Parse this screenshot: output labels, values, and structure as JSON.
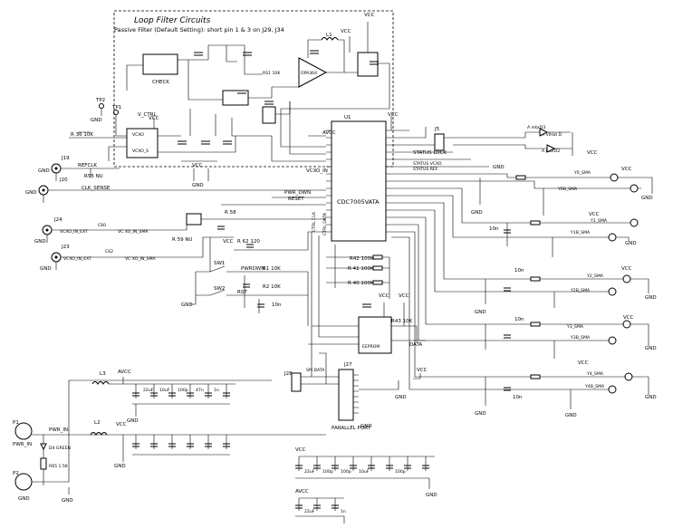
{
  "loop_filter": {
    "title": "Loop Filter   Circuits",
    "subtitle": "Passive Filter (Default Setting): short pin 1 & 3 on  J29, J34"
  },
  "nets": {
    "vcc": "VCC",
    "avcc": "AVCC",
    "gnd": "GND",
    "vcxo_in": "VCXO_IN",
    "vctrl": "V_CTRL",
    "vcxo_s": "VCXO_S",
    "refclk": "REFCLK",
    "clk_sense": "CLK_SENSE",
    "vcxo_in_ext": "VCXO_IN_EXT",
    "vc_xo_in_sma": "VC XO_IN_SMA",
    "vcxo_in_ext2": "VCXO_IN_EXT",
    "vc_xo_in_sma2": "VC XO_IN_SMA",
    "pwr_down": "PWR_DWN",
    "pwrdwn": "PWRDWN",
    "reset": "RESET",
    "rst": "RST",
    "spi_data": "SPI DATA",
    "data": "DATA",
    "status_lock": "STATUS LOCK",
    "status_vcxo": "STATUS VCXO",
    "status_ref": "STATUS REF",
    "pwr_in": "PWR_IN",
    "ctrl_clk": "CTRL CLK",
    "ctrl_data": "CTRL DATA",
    "parallel_port": "PARALLEL PORT",
    "check": "CHECK"
  },
  "outputs": [
    {
      "name": "Y0_SMA",
      "inv": "Y0B_SMA"
    },
    {
      "name": "Y1_SMA",
      "inv": "Y1B_SMA"
    },
    {
      "name": "Y2_SMA",
      "inv": "Y2B_SMA"
    },
    {
      "name": "Y3_SMA",
      "inv": "Y3B_SMA"
    },
    {
      "name": "Y4_SMA",
      "inv": "Y4B_SMA"
    }
  ],
  "chips": {
    "main": "CDC7005VATA",
    "opamp": "OPA364",
    "eeprom": "EEPROM",
    "vcxo": "VCXO"
  },
  "connectors": {
    "p1": "P1",
    "p2": "P2",
    "j19": "J19",
    "j20": "J20",
    "j24": "J24",
    "j23": "J23",
    "j27": "J27",
    "j28": "J28",
    "tp1": "TP1",
    "tp2": "TP2",
    "sw1": "SW1",
    "sw2": "SW2",
    "j5": "J5",
    "l1": "L1",
    "l2": "L2",
    "l3": "L3"
  },
  "parts": {
    "r1": "R1  10K",
    "r2": "R2  10K",
    "r40": "R 40  100K",
    "r41": "R 41  100K",
    "r42": "R42  100K",
    "r43": "R43  10K",
    "r51": "RS1  10K",
    "r36": "R 36  10K",
    "r55": "R55 NU",
    "r58": "R 58",
    "r59": "R 59 NU",
    "r62": "R 62  120",
    "r65": "R65 1.5K",
    "c1": "10n",
    "c2": "10n",
    "c3": "10n",
    "c4": "10n",
    "cap_22uf": "22uF",
    "cap_100p": "100p",
    "cap_10u": "10uF",
    "cap_47n": "47n",
    "cap_1n": "1n",
    "c60": "C60",
    "c62": "C62",
    "d4": "D4 GREEN",
    "dmark": "A mbrD3",
    "dmark2": "A mbrD2",
    "dmark3": "A VIHat D",
    "u_label": "U1"
  }
}
